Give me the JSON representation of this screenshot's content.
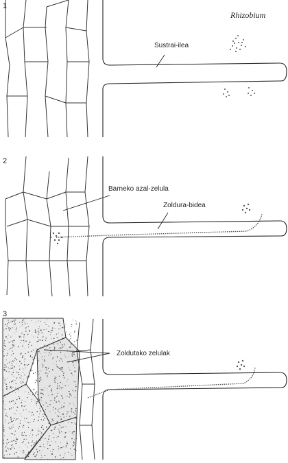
{
  "panels": [
    {
      "number": "1",
      "labels": {
        "hair": "Sustrai-ilea",
        "bacteria": "Rhizobium"
      }
    },
    {
      "number": "2",
      "labels": {
        "cell": "Barneko azal-zelula",
        "thread": "Zoldura-bidea"
      }
    },
    {
      "number": "3",
      "labels": {
        "cells": "Zoldutako zelulak"
      }
    }
  ],
  "colors": {
    "line": "#333333",
    "stipple": "#555555",
    "background": "#ffffff"
  }
}
